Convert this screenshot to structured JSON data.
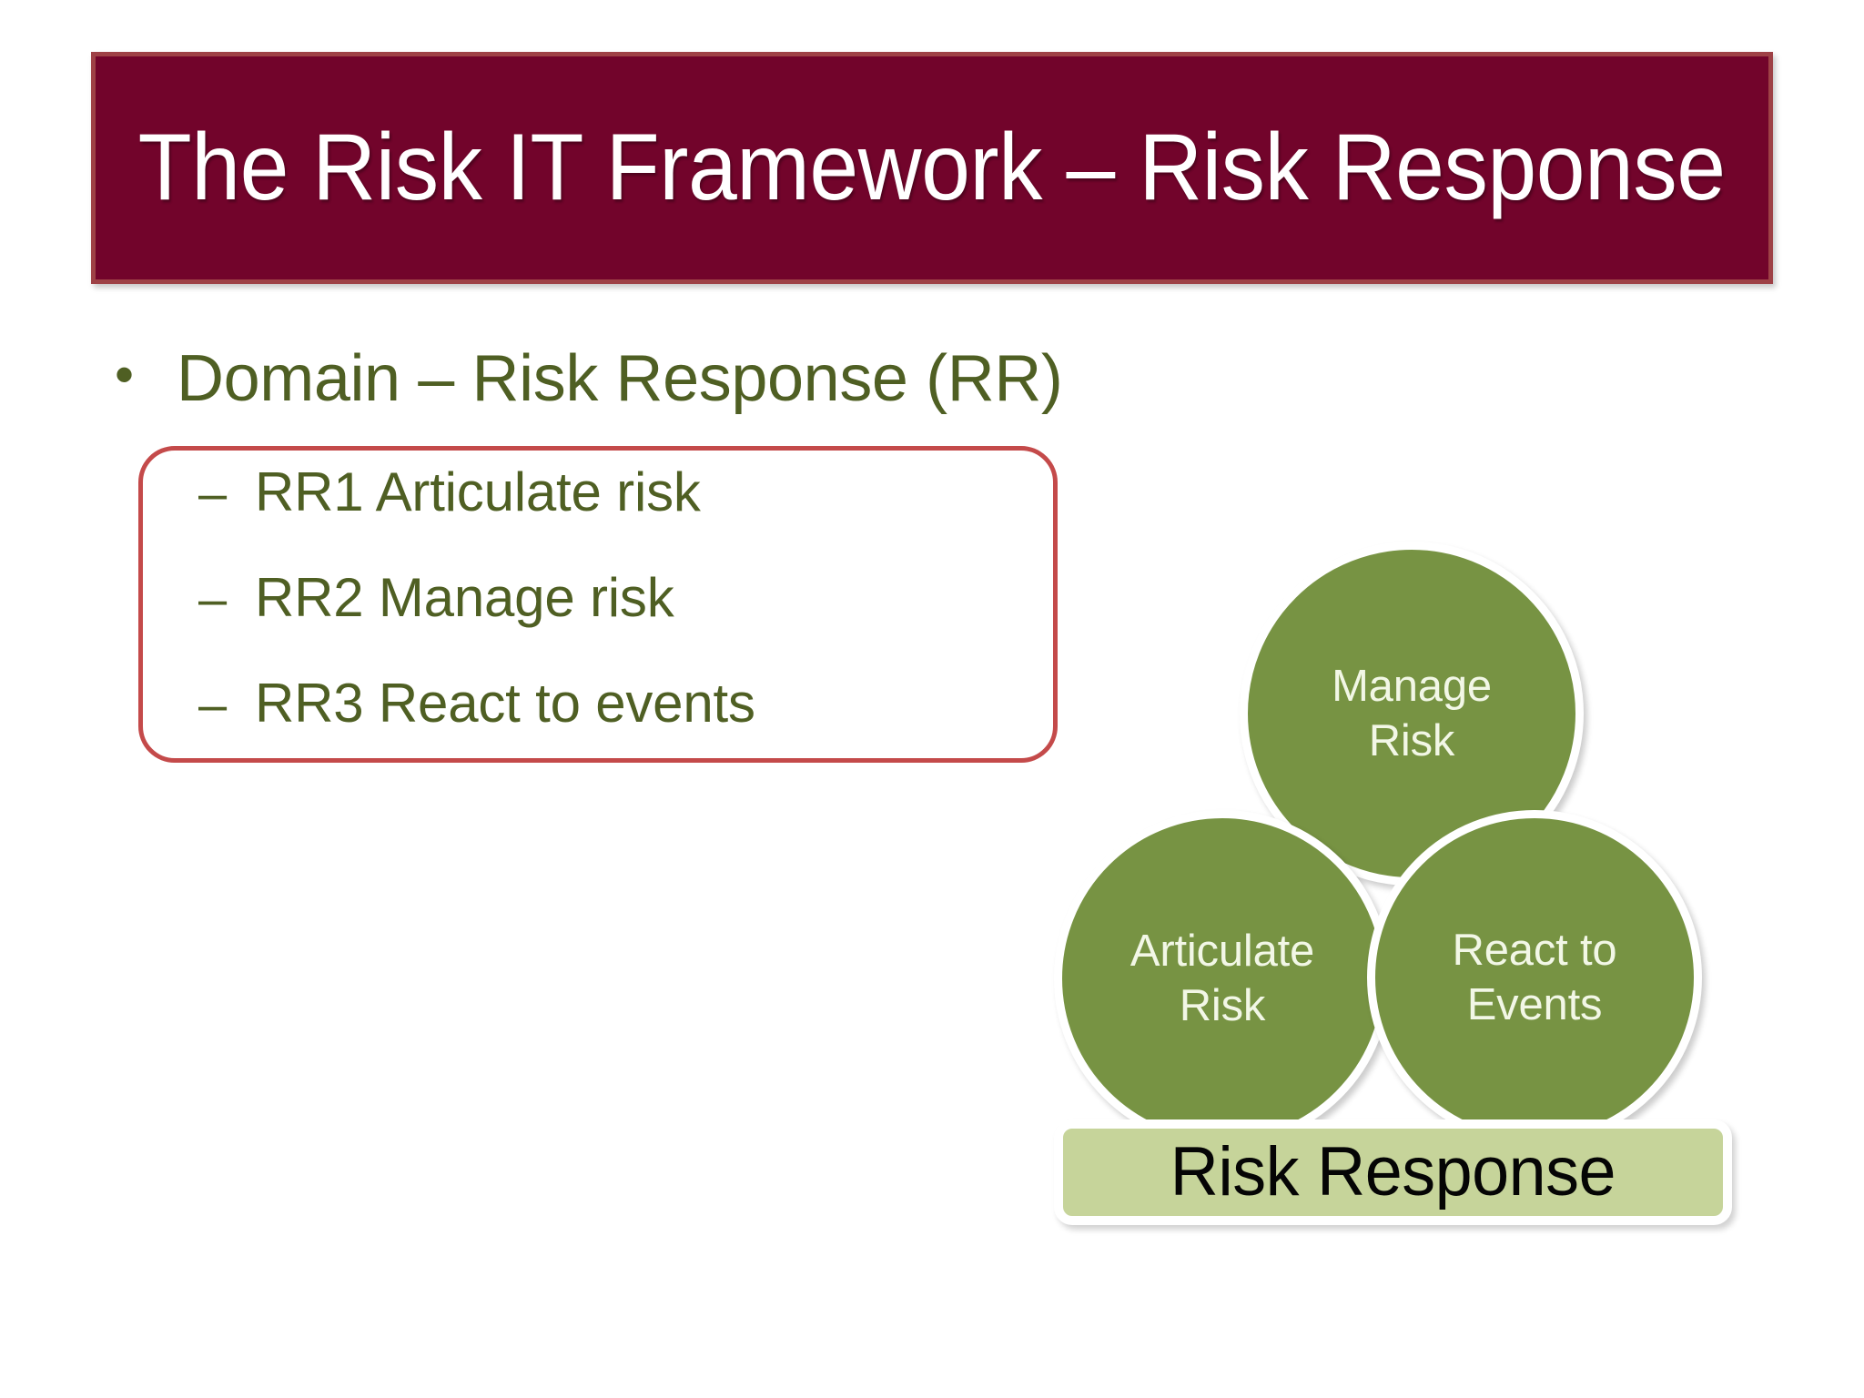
{
  "slide": {
    "background_color": "#FFFFFF",
    "title": {
      "text": "The Risk IT Framework – Risk Response",
      "background_color": "#72042B",
      "border_color": "#9E4146",
      "text_color": "#FFFFFF"
    },
    "body": {
      "text_color": "#4F5F23",
      "bullet_glyph": "•",
      "level1": {
        "text": "Domain – Risk Response (RR)"
      },
      "highlight_box": {
        "border_color": "#C44A4A"
      },
      "level2_dash": "–",
      "level2_items": [
        {
          "text": "RR1 Articulate risk"
        },
        {
          "text": "RR2 Manage risk"
        },
        {
          "text": "RR3 React to events"
        }
      ]
    },
    "diagram": {
      "circle_fill_color": "#779343",
      "circle_border_color": "#FFFFFF",
      "circle_text_color": "#F2F7E6",
      "base_bar_fill_color": "#C6D49A",
      "base_bar_text_color": "#050505",
      "circles": [
        {
          "label": "Manage\nRisk",
          "line1": "Manage",
          "line2": "Risk"
        },
        {
          "label": "Articulate\nRisk",
          "line1": "Articulate",
          "line2": "Risk"
        },
        {
          "label": "React to\nEvents",
          "line1": "React to",
          "line2": "Events"
        }
      ],
      "base_bar": {
        "label": "Risk Response"
      }
    }
  }
}
